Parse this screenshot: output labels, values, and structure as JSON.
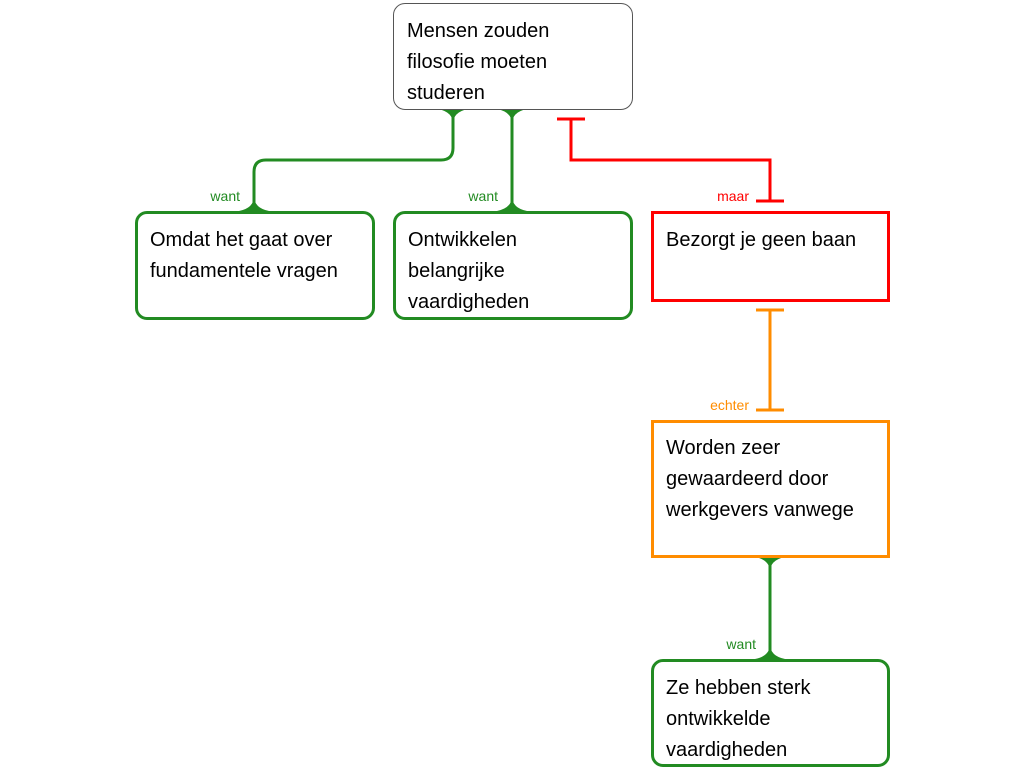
{
  "colors": {
    "support": "#228b22",
    "objection": "#ff0000",
    "rebuttal": "#ff8c00",
    "claim_border": "#555555"
  },
  "nodes": {
    "claim": "Mensen zouden filosofie moeten studeren",
    "reason1": "Omdat het gaat over fundamentele vragen",
    "reason2": "Ontwikkelen belangrijke vaardigheden",
    "objection": "Bezorgt je geen baan",
    "rebuttal": "Worden zeer gewaardeerd door werkgevers vanwege",
    "support": "Ze hebben sterk ontwikkelde vaardigheden"
  },
  "edges": {
    "reason1_label": "want",
    "reason2_label": "want",
    "objection_label": "maar",
    "rebuttal_label": "echter",
    "support_label": "want"
  }
}
